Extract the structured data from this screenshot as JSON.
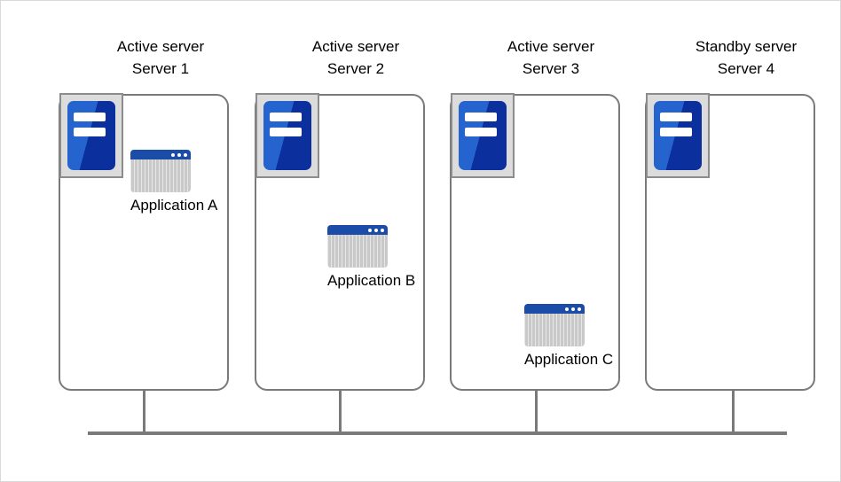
{
  "diagram": {
    "title_role_active": "Active server",
    "title_role_standby": "Standby server",
    "outline_color": "#7a7a7a",
    "accent_blue": "#1b4da8",
    "server_icon_blue_light": "#2563ce",
    "server_icon_blue_dark": "#0c2f9e",
    "app_body_gray": "#c9c9c9",
    "icon_frame_gray": "#dcdcdc"
  },
  "servers": [
    {
      "role": "Active server",
      "name": "Server 1",
      "icon": "server-icon",
      "applications": [
        {
          "label": "Application  A",
          "icon": "app-window-icon"
        }
      ]
    },
    {
      "role": "Active server",
      "name": "Server 2",
      "icon": "server-icon",
      "applications": [
        {
          "label": "Application  B",
          "icon": "app-window-icon"
        }
      ]
    },
    {
      "role": "Active server",
      "name": "Server 3",
      "icon": "server-icon",
      "applications": [
        {
          "label": "Application  C",
          "icon": "app-window-icon"
        }
      ]
    },
    {
      "role": "Standby server",
      "name": "Server 4",
      "icon": "server-icon",
      "applications": []
    }
  ],
  "network": {
    "bus_label": "",
    "connector_count": 4
  }
}
